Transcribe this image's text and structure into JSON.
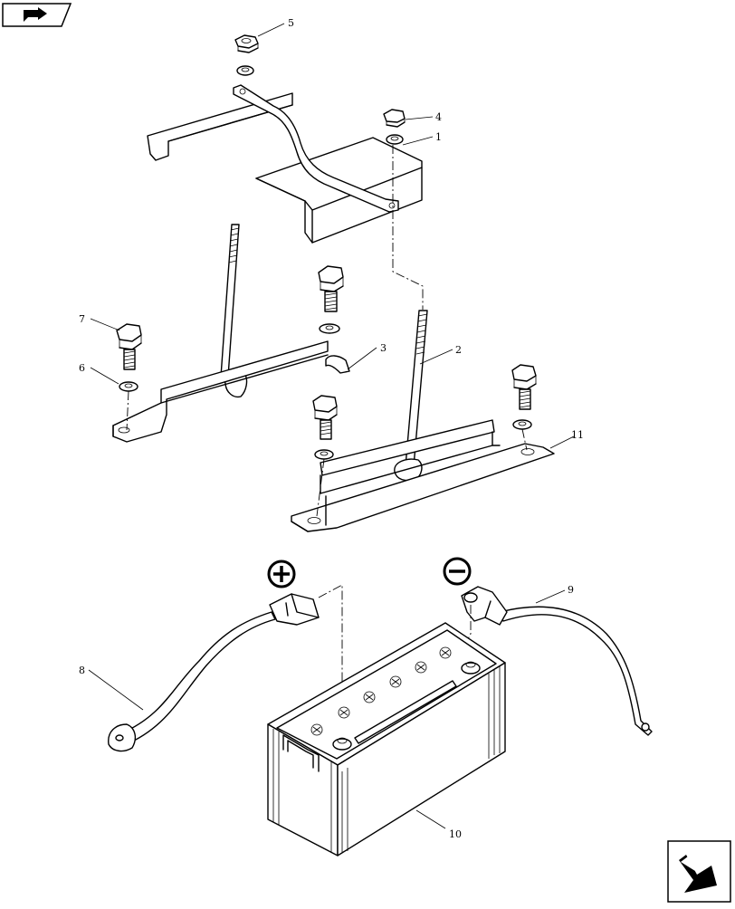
{
  "navigation": {
    "back_icon": "back-arrow-icon",
    "next_icon": "next-arrow-icon"
  },
  "callouts": {
    "c1": "1",
    "c2": "2",
    "c3": "3",
    "c4": "4",
    "c5": "5",
    "c6": "6",
    "c7": "7",
    "c8": "8",
    "c9": "9",
    "c10": "10",
    "c11": "11"
  },
  "symbols": {
    "positive": "+",
    "negative": "−"
  }
}
